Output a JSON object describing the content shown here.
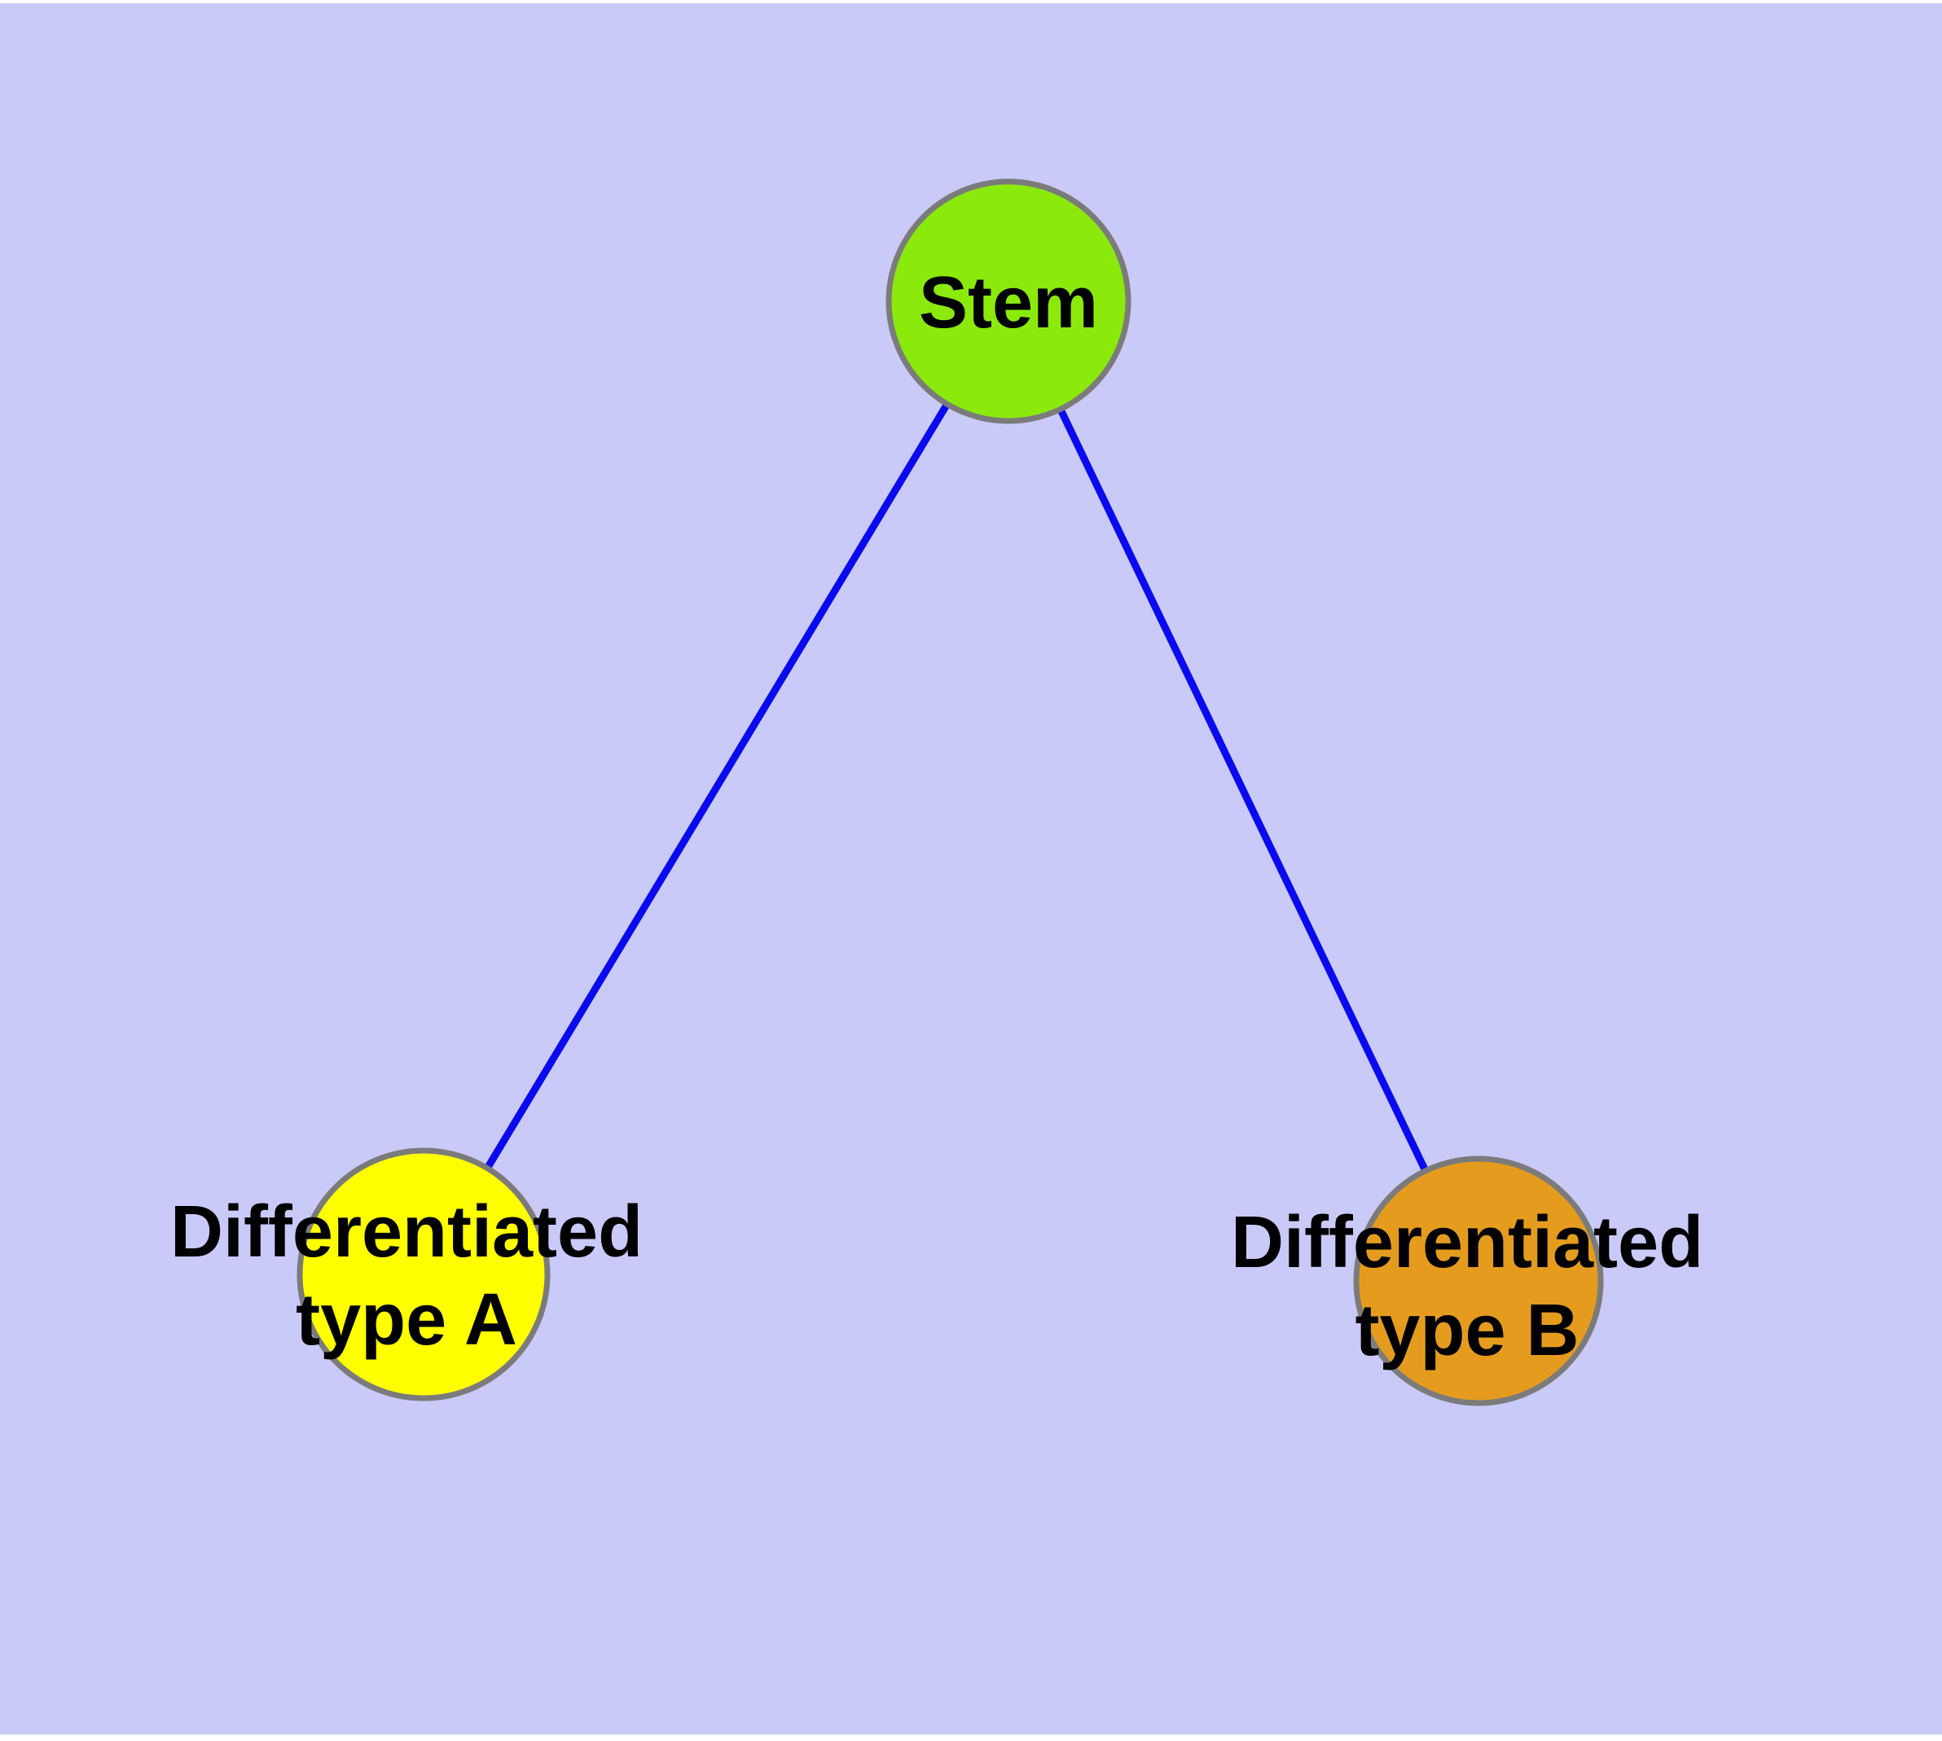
{
  "diagram": {
    "type": "node-link-graph",
    "nodes": [
      {
        "id": "stem",
        "label": "Stem",
        "fill": "#8bea0c",
        "shape": "circle"
      },
      {
        "id": "typeA",
        "label_line1": "Differentiated",
        "label_line2": "type A",
        "fill": "#ffff00",
        "shape": "circle"
      },
      {
        "id": "typeB",
        "label_line1": "Differentiated",
        "label_line2": "type B",
        "fill": "#e59c1e",
        "shape": "circle"
      }
    ],
    "edges": [
      {
        "from": "stem",
        "to": "typeA"
      },
      {
        "from": "stem",
        "to": "typeB"
      }
    ],
    "colors": {
      "background": "#cacaf8",
      "frame": "#ffffff",
      "node_border": "#7b7b7b",
      "edge": "#0a0aef",
      "label": "#000000"
    }
  }
}
